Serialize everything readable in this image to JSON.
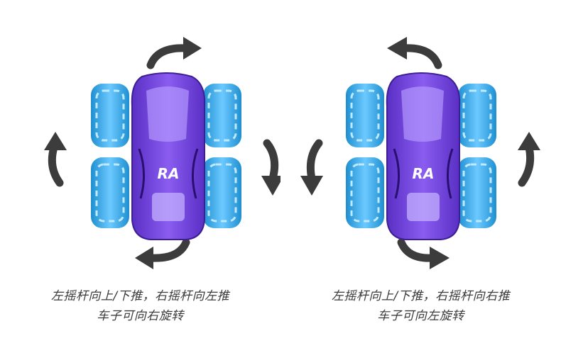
{
  "panels": [
    {
      "caption_line1": "左摇杆向上/下推，右摇杆向左推",
      "caption_line2": "车子可向右旋转",
      "car_badge": "RA"
    },
    {
      "caption_line1": "左摇杆向上/下推，右摇杆向右推",
      "caption_line2": "车子可向左旋转",
      "car_badge": "RA"
    }
  ],
  "colors": {
    "car_body": "#7b4fe0",
    "car_dark": "#4b25a8",
    "wheel": "#2ea8e6",
    "wheel_light": "#8fd7ff",
    "arrow": "#3c3c3c",
    "text": "#3a3a3a"
  },
  "icons": [
    "curved-arrow-icon",
    "down-arrow-icon",
    "up-arrow-icon"
  ]
}
